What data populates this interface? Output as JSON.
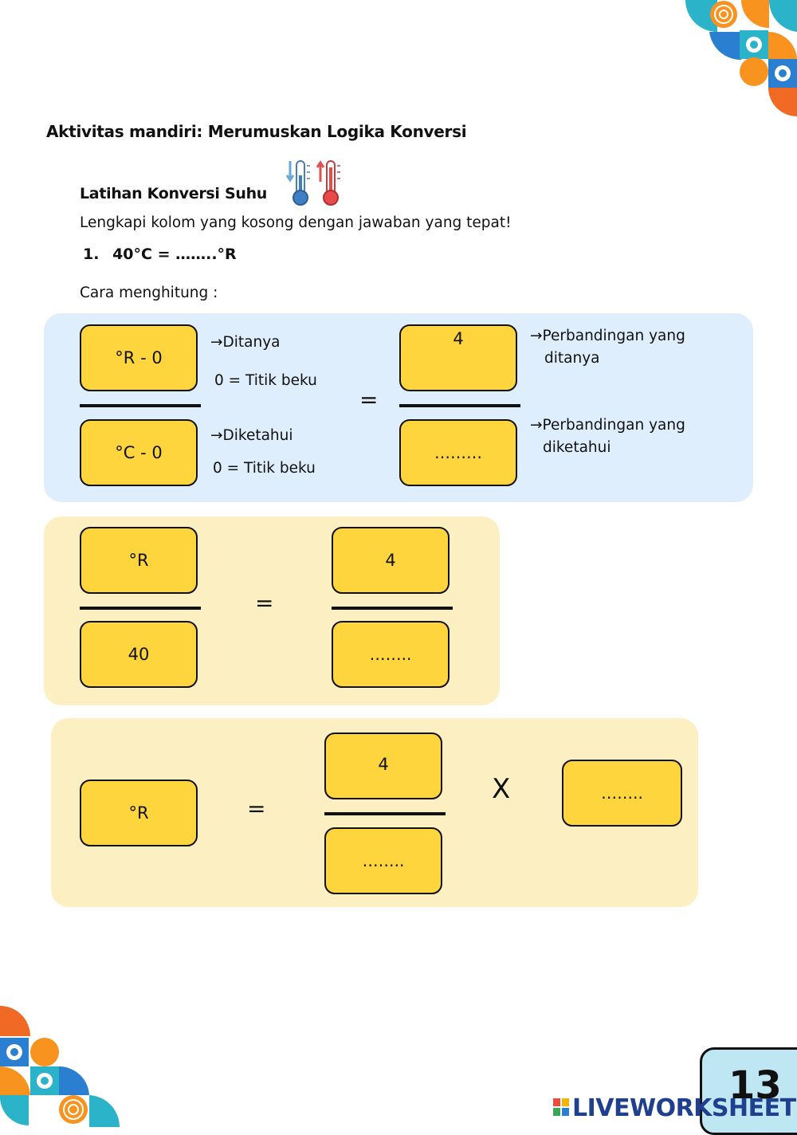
{
  "header": {
    "title": "Aktivitas mandiri: Merumuskan Logika Konversi"
  },
  "section": {
    "subtitle": "Latihan Konversi Suhu",
    "icon": "thermometer-icon",
    "instruction": "Lengkapi kolom yang kosong dengan jawaban yang tepat!",
    "question_number": "1.",
    "question": "40°C = ……..°R",
    "method_label": "Cara menghitung :"
  },
  "formula": {
    "top_left": "°R - 0",
    "bottom_left": "°C - 0",
    "top_right": "4",
    "bottom_right": "………",
    "equals": "=",
    "note_asked": "→Ditanya",
    "note_freeze_1": "0 =  Titik beku",
    "note_known": "→Diketahui",
    "note_freeze_2": "0 =  Titik beku",
    "note_ratio_asked_1": "→Perbandingan yang",
    "note_ratio_asked_2": "ditanya",
    "note_ratio_known_1": "→Perbandingan yang",
    "note_ratio_known_2": "diketahui"
  },
  "step2": {
    "top_left": "°R",
    "bottom_left": "40",
    "top_right": "4",
    "bottom_right": "……..",
    "equals": "="
  },
  "step3": {
    "left": "°R",
    "equals": "=",
    "numerator": "4",
    "denominator": "……..",
    "times": "X",
    "factor": "…….."
  },
  "footer": {
    "page_number": "13",
    "brand": "LIVEWORKSHEETS"
  },
  "colors": {
    "box_fill": "#fed53c",
    "panel_blue": "#dfeefc",
    "panel_yellow": "#fcf0c2",
    "accent_orange": "#f7931e",
    "accent_blue": "#2b7fd0",
    "accent_teal": "#2bb3c9"
  }
}
